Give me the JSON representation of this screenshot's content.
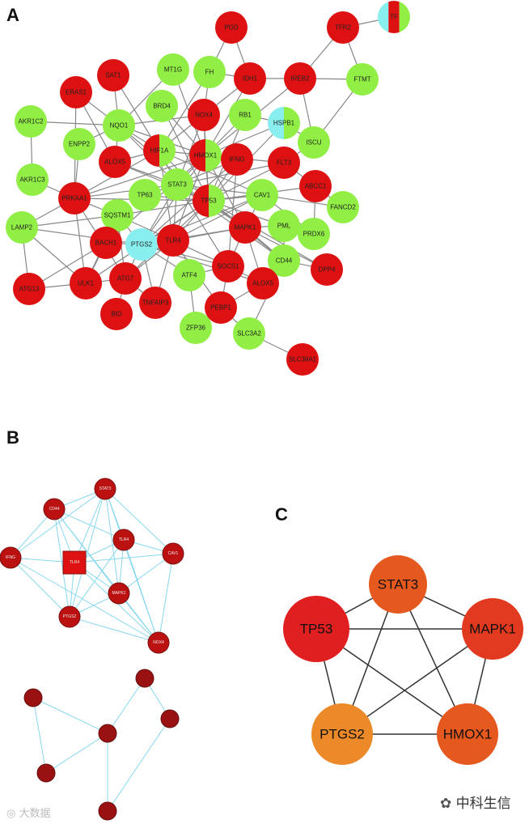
{
  "panels": [
    {
      "label": "A"
    },
    {
      "label": "B"
    },
    {
      "label": "C"
    }
  ],
  "colors": {
    "red": "#dd1111",
    "green": "#90ee44",
    "cyan": "#88eeee",
    "dark_red": "#bb1111",
    "deep_red": "#991111",
    "edge_a": "#888888",
    "edge_b": "#88d8ee",
    "edge_c": "#333333",
    "c_red": "#e02020",
    "c_redorange": "#e23a20",
    "c_orange": "#e5581e",
    "c_lightorange": "#ec8a2a"
  },
  "network_a": {
    "nodes": [
      {
        "id": "PGD",
        "label": "PGD",
        "fill": "red"
      },
      {
        "id": "TFRC",
        "label": "TF",
        "fill": "mixed3"
      },
      {
        "id": "TFR2",
        "label": "TFR2",
        "fill": "red"
      },
      {
        "id": "MT1G",
        "label": "MT1G",
        "fill": "green"
      },
      {
        "id": "FH",
        "label": "FH",
        "fill": "green"
      },
      {
        "id": "IDH1",
        "label": "IDH1",
        "fill": "red"
      },
      {
        "id": "IREB2",
        "label": "IREB2",
        "fill": "red"
      },
      {
        "id": "FTMT",
        "label": "FTMT",
        "fill": "green"
      },
      {
        "id": "SAT1",
        "label": "SAT1",
        "fill": "red"
      },
      {
        "id": "ERAS1",
        "label": "ERAS1",
        "fill": "red"
      },
      {
        "id": "BRD4",
        "label": "BRD4",
        "fill": "green"
      },
      {
        "id": "RB1",
        "label": "RB1",
        "fill": "green"
      },
      {
        "id": "HSPB1",
        "label": "HSPB1",
        "fill": "cyan-green"
      },
      {
        "id": "AKR1C2",
        "label": "AKR1C2",
        "fill": "green"
      },
      {
        "id": "NQO1",
        "label": "NQO1",
        "fill": "green"
      },
      {
        "id": "NOX4",
        "label": "NOX4",
        "fill": "red"
      },
      {
        "id": "ENPP2",
        "label": "ENPP2",
        "fill": "green"
      },
      {
        "id": "HIF1A",
        "label": "HIF1A",
        "fill": "red-green"
      },
      {
        "id": "HMOX1",
        "label": "HMOX1",
        "fill": "red-green"
      },
      {
        "id": "IFNG",
        "label": "IFNG",
        "fill": "red"
      },
      {
        "id": "FLT3",
        "label": "FLT3",
        "fill": "red"
      },
      {
        "id": "ISCU",
        "label": "ISCU",
        "fill": "green"
      },
      {
        "id": "ALOX5A",
        "label": "ALOX5",
        "fill": "red"
      },
      {
        "id": "AKR1C3",
        "label": "AKR1C3",
        "fill": "green"
      },
      {
        "id": "STAT3",
        "label": "STAT3",
        "fill": "green"
      },
      {
        "id": "ABCC1",
        "label": "ABCC1",
        "fill": "red"
      },
      {
        "id": "PRKAA1",
        "label": "PRKAA1",
        "fill": "red"
      },
      {
        "id": "TP63",
        "label": "TP63",
        "fill": "green"
      },
      {
        "id": "TP53",
        "label": "TP53",
        "fill": "red-green"
      },
      {
        "id": "CAV1",
        "label": "CAV1",
        "fill": "green"
      },
      {
        "id": "FANCD2",
        "label": "FANCD2",
        "fill": "green"
      },
      {
        "id": "SQSTM1",
        "label": "SQSTM1",
        "fill": "green"
      },
      {
        "id": "LAMP2",
        "label": "LAMP2",
        "fill": "green"
      },
      {
        "id": "MAPK1",
        "label": "MAPK1",
        "fill": "red"
      },
      {
        "id": "PML",
        "label": "PML",
        "fill": "green"
      },
      {
        "id": "PRDX6",
        "label": "PRDX6",
        "fill": "green"
      },
      {
        "id": "BACH1",
        "label": "BACH1",
        "fill": "red"
      },
      {
        "id": "PTGS2",
        "label": "PTGS2",
        "fill": "cyan"
      },
      {
        "id": "TLR4",
        "label": "TLR4",
        "fill": "red"
      },
      {
        "id": "CD44",
        "label": "CD44",
        "fill": "green"
      },
      {
        "id": "DPP4",
        "label": "DPP4",
        "fill": "red"
      },
      {
        "id": "ATF4",
        "label": "ATF4",
        "fill": "green"
      },
      {
        "id": "SOCS1",
        "label": "SOCS1",
        "fill": "red"
      },
      {
        "id": "ALOX5",
        "label": "ALOX5",
        "fill": "red"
      },
      {
        "id": "ATG13",
        "label": "ATG13",
        "fill": "red"
      },
      {
        "id": "ULK1",
        "label": "ULK1",
        "fill": "red"
      },
      {
        "id": "ATG7",
        "label": "ATG7",
        "fill": "red"
      },
      {
        "id": "TNFAIP3",
        "label": "TNFAIP3",
        "fill": "red"
      },
      {
        "id": "PEBP1",
        "label": "PEBP1",
        "fill": "red"
      },
      {
        "id": "BID",
        "label": "BID",
        "fill": "red"
      },
      {
        "id": "ZFP36",
        "label": "ZFP36",
        "fill": "green"
      },
      {
        "id": "SLC3A2",
        "label": "SLC3A2",
        "fill": "green"
      },
      {
        "id": "SLC38A1",
        "label": "SLC38A1",
        "fill": "red"
      }
    ],
    "edges": [
      [
        "PGD",
        "IDH1"
      ],
      [
        "PGD",
        "FH"
      ],
      [
        "TFR2",
        "TFRC"
      ],
      [
        "TFR2",
        "FTMT"
      ],
      [
        "TFR2",
        "IREB2"
      ],
      [
        "IREB2",
        "IDH1"
      ],
      [
        "IREB2",
        "FTMT"
      ],
      [
        "IREB2",
        "ISCU"
      ],
      [
        "IREB2",
        "HMOX1"
      ],
      [
        "FTMT",
        "ISCU"
      ],
      [
        "ISCU",
        "HSPB1"
      ],
      [
        "ISCU",
        "FLT3"
      ],
      [
        "IDH1",
        "NOX4"
      ],
      [
        "IDH1",
        "FH"
      ],
      [
        "IDH1",
        "HMOX1"
      ],
      [
        "FH",
        "NOX4"
      ],
      [
        "FH",
        "HIF1A"
      ],
      [
        "MT1G",
        "HMOX1"
      ],
      [
        "MT1G",
        "NQO1"
      ],
      [
        "SAT1",
        "NQO1"
      ],
      [
        "SAT1",
        "HIF1A"
      ],
      [
        "ERAS1",
        "NQO1"
      ],
      [
        "ERAS1",
        "ALOX5A"
      ],
      [
        "ERAS1",
        "PRKAA1"
      ],
      [
        "AKR1C2",
        "NQO1"
      ],
      [
        "AKR1C2",
        "AKR1C3"
      ],
      [
        "ENPP2",
        "NQO1"
      ],
      [
        "ENPP2",
        "PRKAA1"
      ],
      [
        "NQO1",
        "HIF1A"
      ],
      [
        "NQO1",
        "HMOX1"
      ],
      [
        "NQO1",
        "STAT3"
      ],
      [
        "NQO1",
        "TP53"
      ],
      [
        "NQO1",
        "ALOX5A"
      ],
      [
        "NQO1",
        "NOX4"
      ],
      [
        "BRD4",
        "HMOX1"
      ],
      [
        "BRD4",
        "TP53"
      ],
      [
        "RB1",
        "TP53"
      ],
      [
        "RB1",
        "HMOX1"
      ],
      [
        "RB1",
        "HSPB1"
      ],
      [
        "HSPB1",
        "HMOX1"
      ],
      [
        "HSPB1",
        "TP53"
      ],
      [
        "NOX4",
        "HIF1A"
      ],
      [
        "NOX4",
        "HMOX1"
      ],
      [
        "NOX4",
        "TP53"
      ],
      [
        "NOX4",
        "STAT3"
      ],
      [
        "HIF1A",
        "HMOX1"
      ],
      [
        "HIF1A",
        "TP53"
      ],
      [
        "HIF1A",
        "STAT3"
      ],
      [
        "HIF1A",
        "PRKAA1"
      ],
      [
        "HIF1A",
        "ALOX5A"
      ],
      [
        "HIF1A",
        "TLR4"
      ],
      [
        "HIF1A",
        "CAV1"
      ],
      [
        "HMOX1",
        "TP53"
      ],
      [
        "HMOX1",
        "STAT3"
      ],
      [
        "HMOX1",
        "IFNG"
      ],
      [
        "HMOX1",
        "FLT3"
      ],
      [
        "HMOX1",
        "MAPK1"
      ],
      [
        "HMOX1",
        "TLR4"
      ],
      [
        "HMOX1",
        "PTGS2"
      ],
      [
        "IFNG",
        "STAT3"
      ],
      [
        "IFNG",
        "TP53"
      ],
      [
        "IFNG",
        "SOCS1"
      ],
      [
        "IFNG",
        "PTGS2"
      ],
      [
        "FLT3",
        "STAT3"
      ],
      [
        "FLT3",
        "ABCC1"
      ],
      [
        "FLT3",
        "TP53"
      ],
      [
        "ABCC1",
        "TP53"
      ],
      [
        "ABCC1",
        "PRDX6"
      ],
      [
        "ABCC1",
        "FANCD2"
      ],
      [
        "AKR1C3",
        "PRKAA1"
      ],
      [
        "PRKAA1",
        "STAT3"
      ],
      [
        "PRKAA1",
        "TP53"
      ],
      [
        "PRKAA1",
        "ULK1"
      ],
      [
        "PRKAA1",
        "SQSTM1"
      ],
      [
        "PRKAA1",
        "LAMP2"
      ],
      [
        "PRKAA1",
        "ATG7"
      ],
      [
        "PRKAA1",
        "HMOX1"
      ],
      [
        "STAT3",
        "TP53"
      ],
      [
        "STAT3",
        "TP63"
      ],
      [
        "STAT3",
        "MAPK1"
      ],
      [
        "STAT3",
        "PTGS2"
      ],
      [
        "STAT3",
        "TLR4"
      ],
      [
        "STAT3",
        "SOCS1"
      ],
      [
        "STAT3",
        "CAV1"
      ],
      [
        "STAT3",
        "CD44"
      ],
      [
        "TP63",
        "TP53"
      ],
      [
        "TP53",
        "CAV1"
      ],
      [
        "TP53",
        "MAPK1"
      ],
      [
        "TP53",
        "PTGS2"
      ],
      [
        "TP53",
        "TLR4"
      ],
      [
        "TP53",
        "PML"
      ],
      [
        "TP53",
        "CD44"
      ],
      [
        "TP53",
        "SQSTM1"
      ],
      [
        "TP53",
        "ATG7"
      ],
      [
        "TP53",
        "DPP4"
      ],
      [
        "TP53",
        "ULK1"
      ],
      [
        "CAV1",
        "MAPK1"
      ],
      [
        "CAV1",
        "PTGS2"
      ],
      [
        "CAV1",
        "PRDX6"
      ],
      [
        "CAV1",
        "TLR4"
      ],
      [
        "CAV1",
        "FANCD2"
      ],
      [
        "MAPK1",
        "PTGS2"
      ],
      [
        "MAPK1",
        "TLR4"
      ],
      [
        "MAPK1",
        "PML"
      ],
      [
        "MAPK1",
        "SOCS1"
      ],
      [
        "MAPK1",
        "ALOX5"
      ],
      [
        "MAPK1",
        "CD44"
      ],
      [
        "MAPK1",
        "DPP4"
      ],
      [
        "PML",
        "PRDX6"
      ],
      [
        "PML",
        "CD44"
      ],
      [
        "PTGS2",
        "TLR4"
      ],
      [
        "PTGS2",
        "BACH1"
      ],
      [
        "PTGS2",
        "ATF4"
      ],
      [
        "PTGS2",
        "ATG7"
      ],
      [
        "PTGS2",
        "SOCS1"
      ],
      [
        "PTGS2",
        "ALOX5"
      ],
      [
        "PTGS2",
        "SQSTM1"
      ],
      [
        "PTGS2",
        "LAMP2"
      ],
      [
        "PTGS2",
        "TNFAIP3"
      ],
      [
        "TLR4",
        "ATG7"
      ],
      [
        "TLR4",
        "TNFAIP3"
      ],
      [
        "TLR4",
        "SOCS1"
      ],
      [
        "TLR4",
        "SQSTM1"
      ],
      [
        "TLR4",
        "PEBP1"
      ],
      [
        "SQSTM1",
        "LAMP2"
      ],
      [
        "SQSTM1",
        "ULK1"
      ],
      [
        "SQSTM1",
        "ATG7"
      ],
      [
        "SQSTM1",
        "BACH1"
      ],
      [
        "LAMP2",
        "ATG13"
      ],
      [
        "LAMP2",
        "ULK1"
      ],
      [
        "ATG13",
        "ULK1"
      ],
      [
        "ATG13",
        "BACH1"
      ],
      [
        "ULK1",
        "ATG7"
      ],
      [
        "ULK1",
        "BACH1"
      ],
      [
        "ATG7",
        "BID"
      ],
      [
        "ATG7",
        "TNFAIP3"
      ],
      [
        "ATF4",
        "SOCS1"
      ],
      [
        "ATF4",
        "ZFP36"
      ],
      [
        "SOCS1",
        "ALOX5"
      ],
      [
        "SOCS1",
        "PEBP1"
      ],
      [
        "ALOX5",
        "PEBP1"
      ],
      [
        "ALOX5",
        "CD44"
      ],
      [
        "PEBP1",
        "ZFP36"
      ],
      [
        "PEBP1",
        "SLC3A2"
      ],
      [
        "CD44",
        "SLC3A2"
      ],
      [
        "SLC3A2",
        "SLC38A1"
      ],
      [
        "CD44",
        "DPP4"
      ],
      [
        "BACH1",
        "HMOX1"
      ],
      [
        "ALOX5A",
        "TP53"
      ],
      [
        "ALOX5A",
        "STAT3"
      ]
    ]
  },
  "network_b1": {
    "nodes": [
      {
        "id": "STAT3",
        "label": "STAT3",
        "shape": "circle"
      },
      {
        "id": "CD44",
        "label": "CD44",
        "shape": "circle"
      },
      {
        "id": "TLR4",
        "label": "TLR4",
        "shape": "circle"
      },
      {
        "id": "CAV1",
        "label": "CAV1",
        "shape": "circle"
      },
      {
        "id": "IFNG",
        "label": "IFNG",
        "shape": "circle"
      },
      {
        "id": "HMOX1",
        "label": "TLR4",
        "shape": "square"
      },
      {
        "id": "MAPK1",
        "label": "MAPK1",
        "shape": "circle"
      },
      {
        "id": "PTGS2",
        "label": "PTGS2",
        "shape": "circle"
      },
      {
        "id": "NOX4",
        "label": "NOX4",
        "shape": "circle"
      }
    ],
    "edges": [
      [
        "STAT3",
        "CD44"
      ],
      [
        "STAT3",
        "TLR4"
      ],
      [
        "STAT3",
        "CAV1"
      ],
      [
        "STAT3",
        "IFNG"
      ],
      [
        "STAT3",
        "HMOX1"
      ],
      [
        "STAT3",
        "MAPK1"
      ],
      [
        "STAT3",
        "PTGS2"
      ],
      [
        "STAT3",
        "NOX4"
      ],
      [
        "CD44",
        "TLR4"
      ],
      [
        "CD44",
        "IFNG"
      ],
      [
        "CD44",
        "HMOX1"
      ],
      [
        "CD44",
        "MAPK1"
      ],
      [
        "CD44",
        "PTGS2"
      ],
      [
        "CD44",
        "NOX4"
      ],
      [
        "TLR4",
        "CAV1"
      ],
      [
        "TLR4",
        "HMOX1"
      ],
      [
        "TLR4",
        "MAPK1"
      ],
      [
        "TLR4",
        "PTGS2"
      ],
      [
        "TLR4",
        "NOX4"
      ],
      [
        "CAV1",
        "HMOX1"
      ],
      [
        "CAV1",
        "MAPK1"
      ],
      [
        "CAV1",
        "NOX4"
      ],
      [
        "IFNG",
        "HMOX1"
      ],
      [
        "IFNG",
        "PTGS2"
      ],
      [
        "IFNG",
        "NOX4"
      ],
      [
        "HMOX1",
        "MAPK1"
      ],
      [
        "HMOX1",
        "PTGS2"
      ],
      [
        "HMOX1",
        "NOX4"
      ],
      [
        "MAPK1",
        "PTGS2"
      ],
      [
        "MAPK1",
        "NOX4"
      ],
      [
        "PTGS2",
        "NOX4"
      ]
    ]
  },
  "network_b2": {
    "nodes": [
      {
        "id": "N1",
        "label": ""
      },
      {
        "id": "N2",
        "label": ""
      },
      {
        "id": "N3",
        "label": ""
      },
      {
        "id": "N4",
        "label": ""
      },
      {
        "id": "N5",
        "label": ""
      },
      {
        "id": "N6",
        "label": ""
      }
    ],
    "edges": [
      [
        "N1",
        "N3"
      ],
      [
        "N1",
        "N4"
      ],
      [
        "N2",
        "N3"
      ],
      [
        "N2",
        "N5"
      ],
      [
        "N3",
        "N4"
      ],
      [
        "N3",
        "N6"
      ],
      [
        "N6",
        "N5"
      ]
    ]
  },
  "network_c": {
    "nodes": [
      {
        "id": "STAT3",
        "label": "STAT3",
        "fill": "c_orange"
      },
      {
        "id": "TP53",
        "label": "TP53",
        "fill": "c_red"
      },
      {
        "id": "MAPK1",
        "label": "MAPK1",
        "fill": "c_redorange"
      },
      {
        "id": "PTGS2",
        "label": "PTGS2",
        "fill": "c_lightorange"
      },
      {
        "id": "HMOX1",
        "label": "HMOX1",
        "fill": "c_orange"
      }
    ],
    "edges": [
      [
        "STAT3",
        "TP53"
      ],
      [
        "STAT3",
        "MAPK1"
      ],
      [
        "STAT3",
        "PTGS2"
      ],
      [
        "STAT3",
        "HMOX1"
      ],
      [
        "TP53",
        "MAPK1"
      ],
      [
        "TP53",
        "PTGS2"
      ],
      [
        "TP53",
        "HMOX1"
      ],
      [
        "MAPK1",
        "PTGS2"
      ],
      [
        "MAPK1",
        "HMOX1"
      ],
      [
        "PTGS2",
        "HMOX1"
      ]
    ]
  },
  "watermarks": {
    "left": "大数据",
    "right": "中科生信"
  }
}
